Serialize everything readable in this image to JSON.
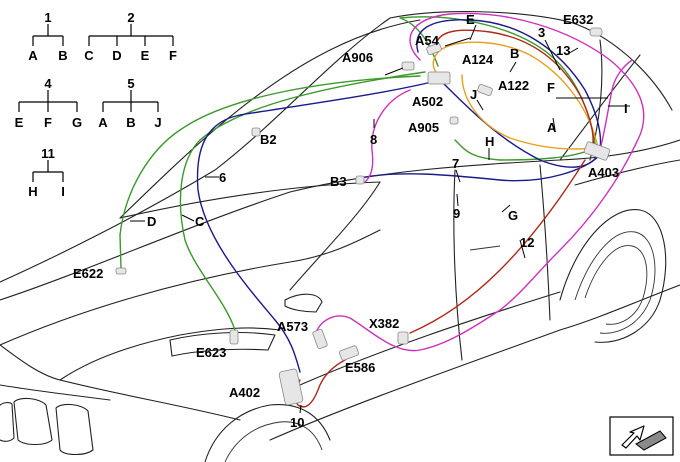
{
  "legend": {
    "groups": [
      {
        "id": "1",
        "children": [
          "A",
          "B"
        ]
      },
      {
        "id": "2",
        "children": [
          "C",
          "D",
          "E",
          "F"
        ]
      },
      {
        "id": "4",
        "children": [
          "E",
          "F",
          "G"
        ]
      },
      {
        "id": "5",
        "children": [
          "A",
          "B",
          "J"
        ]
      },
      {
        "id": "11",
        "children": [
          "H",
          "I"
        ]
      }
    ]
  },
  "components": {
    "E632": "E632",
    "A54": "A54",
    "A124": "A124",
    "A906": "A906",
    "A122": "A122",
    "A502": "A502",
    "A905": "A905",
    "A403": "A403",
    "B2": "B2",
    "B3": "B3",
    "E622": "E622",
    "A573": "A573",
    "X382": "X382",
    "E623": "E623",
    "E586": "E586",
    "A402": "A402"
  },
  "wire_labels": {
    "E": "E",
    "n3": "3",
    "n13": "13",
    "B": "B",
    "J": "J",
    "F": "F",
    "I": "I",
    "A": "A",
    "n8": "8",
    "H": "H",
    "n7": "7",
    "n9": "9",
    "n6": "6",
    "D": "D",
    "C": "C",
    "G": "G",
    "n12": "12",
    "n10": "10"
  },
  "colors": {
    "green": "#3a9a2a",
    "blue": "#1a1a8c",
    "orange": "#e8a020",
    "magenta": "#d030c0",
    "red": "#b02818",
    "car_outline": "#222222"
  },
  "nav_icon": "view-arrow-icon"
}
